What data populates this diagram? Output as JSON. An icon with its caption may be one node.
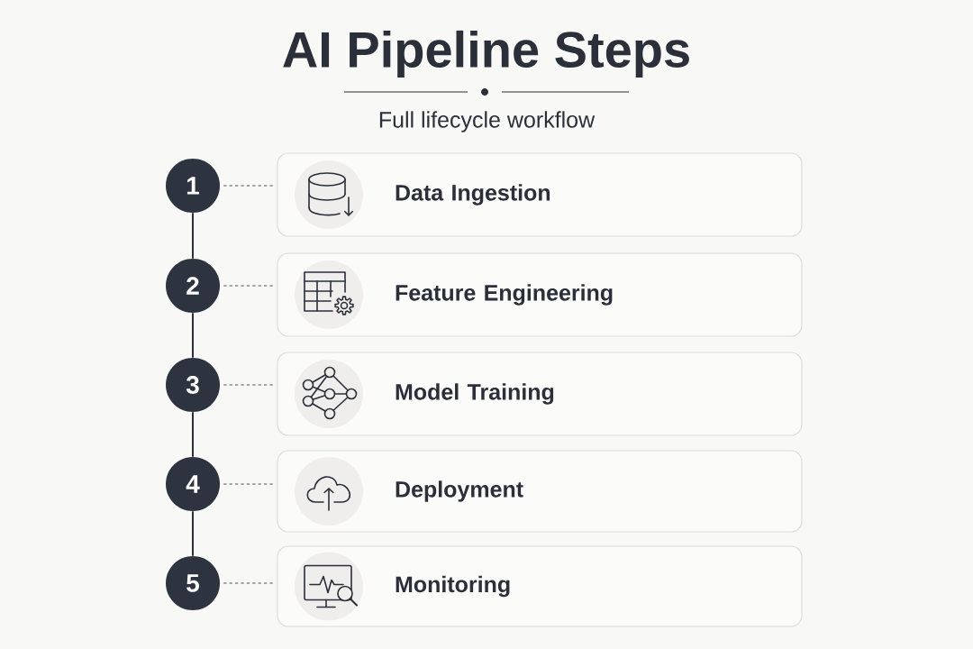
{
  "diagram": {
    "title": "AI Pipeline Steps",
    "nodes": [
      {
        "text": [
          "1"
        ]
      },
      {
        "text": [
          "Data Ingestion"
        ]
      },
      {
        "text": [
          "2"
        ]
      },
      {
        "text": [
          "Feature Engineering"
        ]
      },
      {
        "text": [
          "3"
        ]
      },
      {
        "text": [
          "Model Training"
        ]
      },
      {
        "text": [
          "4"
        ]
      },
      {
        "text": [
          "Deployment"
        ]
      },
      {
        "text": [
          "5"
        ]
      },
      {
        "text": [
          "Monitoring"
        ]
      }
    ],
    "edges": [
      {
        "from": 0,
        "to": 1,
        "arrow": "none",
        "style": "dashed"
      },
      {
        "from": 0,
        "to": 2,
        "arrow": "none"
      },
      {
        "from": 2,
        "to": 3,
        "arrow": "none",
        "style": "dashed"
      },
      {
        "from": 2,
        "to": 4,
        "arrow": "none"
      },
      {
        "from": 4,
        "to": 5,
        "arrow": "none",
        "style": "dashed"
      },
      {
        "from": 4,
        "to": 6,
        "arrow": "none"
      },
      {
        "from": 6,
        "to": 7,
        "arrow": "none",
        "style": "dashed"
      },
      {
        "from": 6,
        "to": 8,
        "arrow": "none"
      },
      {
        "from": 8,
        "to": 9,
        "arrow": "none",
        "style": "dashed"
      }
    ],
    "labels": [
      "Full lifecycle workflow"
    ]
  }
}
